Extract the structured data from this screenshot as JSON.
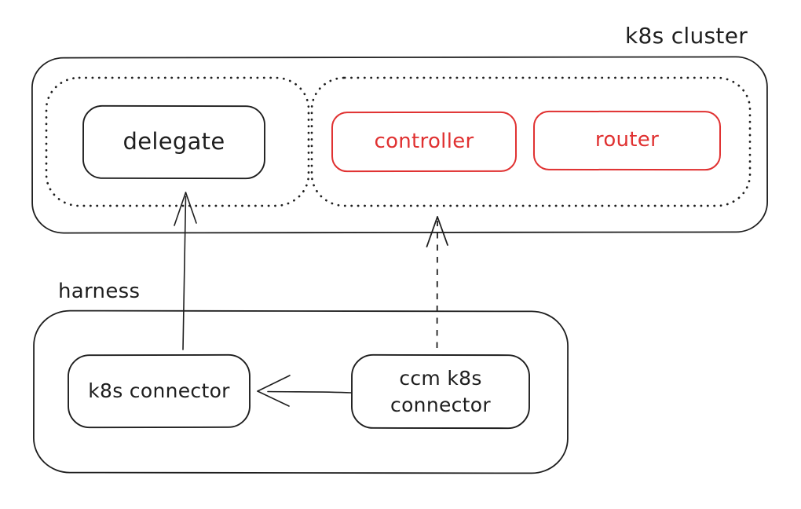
{
  "canvas": {
    "background": "#ffffff",
    "ink_color": "#1e1e1e",
    "accent_color": "#e03131"
  },
  "labels": {
    "k8s_cluster": "k8s cluster",
    "harness": "harness"
  },
  "nodes": {
    "delegate": "delegate",
    "controller": "controller",
    "router": "router",
    "k8s_connector": "k8s connector",
    "ccm_k8s_connector": {
      "lines": [
        "ccm k8s",
        "connector"
      ]
    }
  },
  "edges": [
    {
      "from": "k8s connector",
      "to": "delegate group",
      "style": "solid",
      "direction": "up"
    },
    {
      "from": "ccm k8s connector",
      "to": "controller group",
      "style": "dashed",
      "direction": "up"
    },
    {
      "from": "ccm k8s connector",
      "to": "k8s connector",
      "style": "solid",
      "direction": "left"
    }
  ]
}
